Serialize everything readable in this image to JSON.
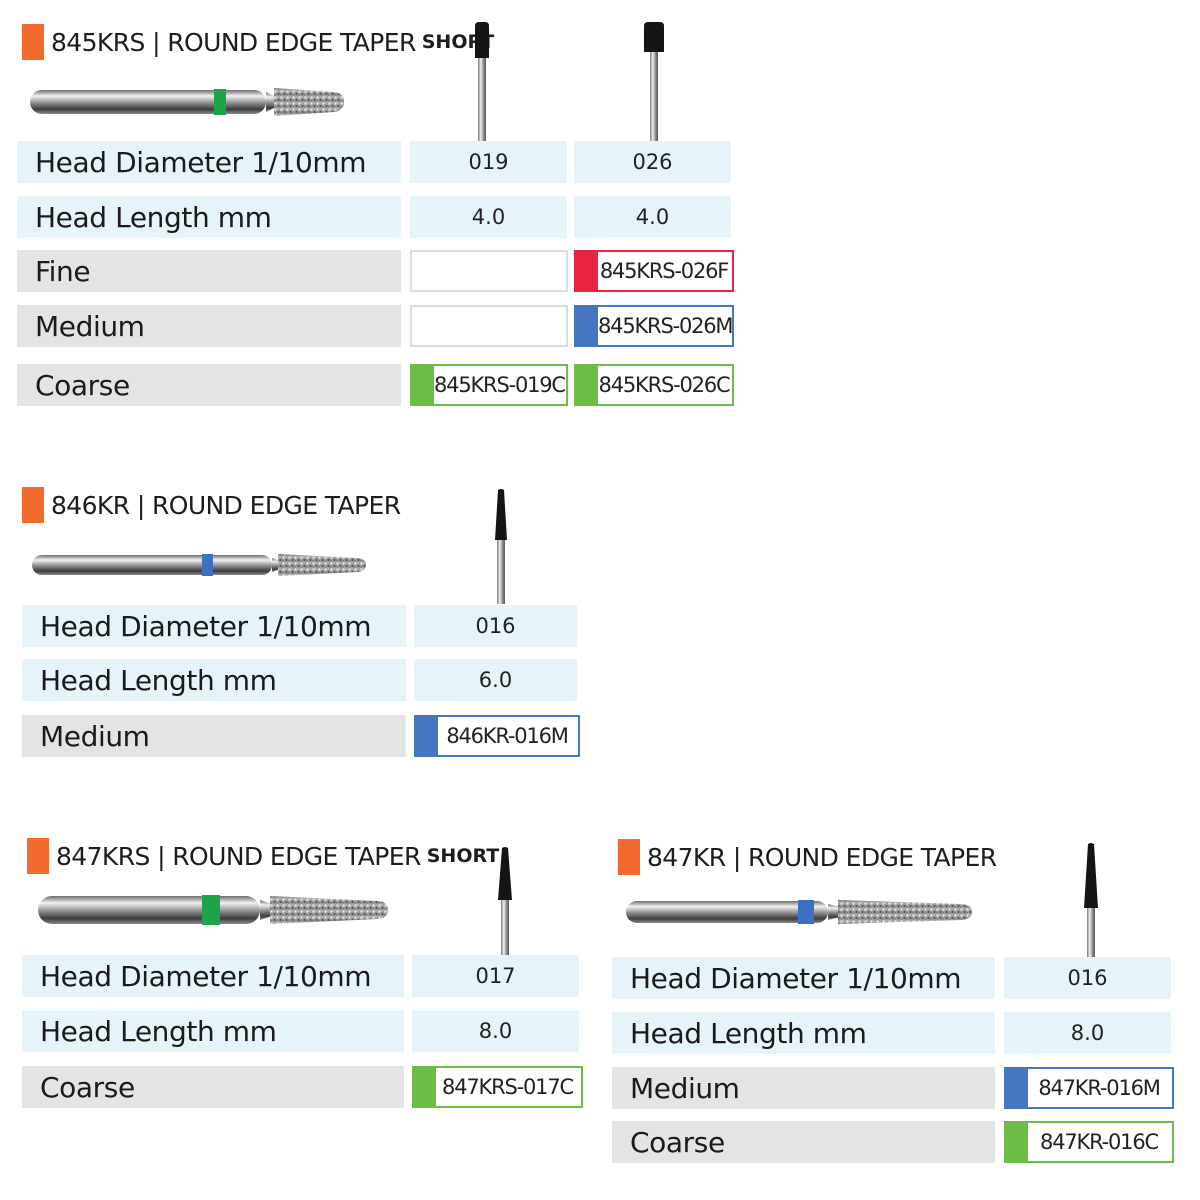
{
  "colors": {
    "accent": "#f26a2e",
    "spec_bg": "#e6f3f8",
    "grit_bg": "#e4e4e4",
    "fine": "#e8243f",
    "medium": "#4477c0",
    "coarse": "#6bbd45"
  },
  "products": [
    {
      "title": "845KRS | ROUND EDGE TAPER",
      "title_suffix": "SHORT",
      "band_color": "green",
      "sizes": [
        "019",
        "026"
      ],
      "head_diameter_label": "Head Diameter 1/10mm",
      "head_length_label": "Head Length mm",
      "head_lengths": [
        "4.0",
        "4.0"
      ],
      "grits": [
        {
          "label": "Fine",
          "codes": [
            "",
            "845KRS-026F"
          ],
          "color": "fine"
        },
        {
          "label": "Medium",
          "codes": [
            "",
            "845KRS-026M"
          ],
          "color": "medium"
        },
        {
          "label": "Coarse",
          "codes": [
            "845KRS-019C",
            "845KRS-026C"
          ],
          "color": "coarse"
        }
      ]
    },
    {
      "title": "846KR | ROUND EDGE TAPER",
      "title_suffix": "",
      "band_color": "blue",
      "sizes": [
        "016"
      ],
      "head_diameter_label": "Head Diameter 1/10mm",
      "head_length_label": "Head Length mm",
      "head_lengths": [
        "6.0"
      ],
      "grits": [
        {
          "label": "Medium",
          "codes": [
            "846KR-016M"
          ],
          "color": "medium"
        }
      ]
    },
    {
      "title": "847KRS | ROUND EDGE TAPER",
      "title_suffix": "SHORT",
      "band_color": "green",
      "sizes": [
        "017"
      ],
      "head_diameter_label": "Head Diameter 1/10mm",
      "head_length_label": "Head Length mm",
      "head_lengths": [
        "8.0"
      ],
      "grits": [
        {
          "label": "Coarse",
          "codes": [
            "847KRS-017C"
          ],
          "color": "coarse"
        }
      ]
    },
    {
      "title": "847KR | ROUND EDGE TAPER",
      "title_suffix": "",
      "band_color": "blue",
      "sizes": [
        "016"
      ],
      "head_diameter_label": "Head Diameter 1/10mm",
      "head_length_label": "Head Length mm",
      "head_lengths": [
        "8.0"
      ],
      "grits": [
        {
          "label": "Medium",
          "codes": [
            "847KR-016M"
          ],
          "color": "medium"
        },
        {
          "label": "Coarse",
          "codes": [
            "847KR-016C"
          ],
          "color": "coarse"
        }
      ]
    }
  ]
}
